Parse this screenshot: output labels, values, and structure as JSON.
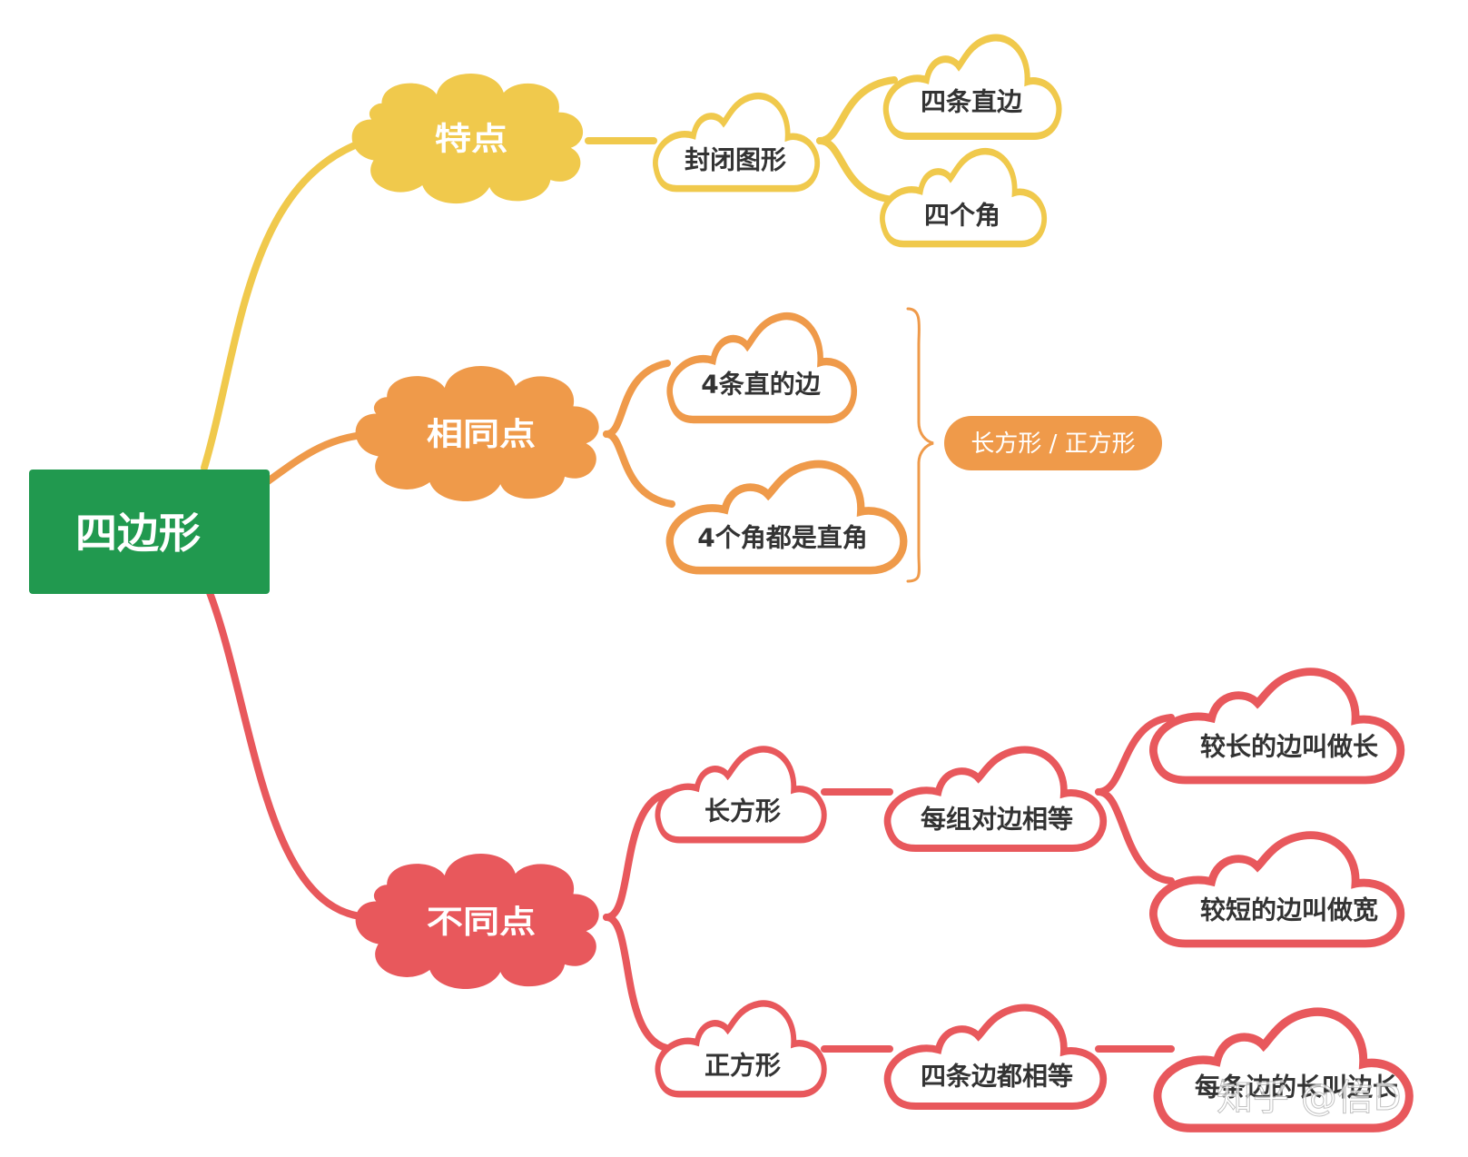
{
  "colors": {
    "root": "#21994F",
    "yellow": "#F0C94C",
    "orange": "#EF9A4A",
    "red": "#E8585C",
    "text": "#333333",
    "white": "#FFFFFF"
  },
  "root": {
    "label": "四边形"
  },
  "branches": {
    "features": {
      "label": "特点",
      "closed_shape": "封闭图形",
      "four_straight_sides": "四条直边",
      "four_angles": "四个角"
    },
    "similarities": {
      "label": "相同点",
      "four_straight_edges": "4条直的边",
      "four_right_angles": "4个角都是直角",
      "summary": "长方形 / 正方形"
    },
    "differences": {
      "label": "不同点",
      "rectangle": "长方形",
      "rect_opposite_sides": "每组对边相等",
      "rect_long": "较长的边叫做长",
      "rect_short": "较短的边叫做宽",
      "square": "正方形",
      "square_all_equal": "四条边都相等",
      "square_side_length": "每条边的长叫边长"
    }
  },
  "watermark": "知乎 @信D"
}
